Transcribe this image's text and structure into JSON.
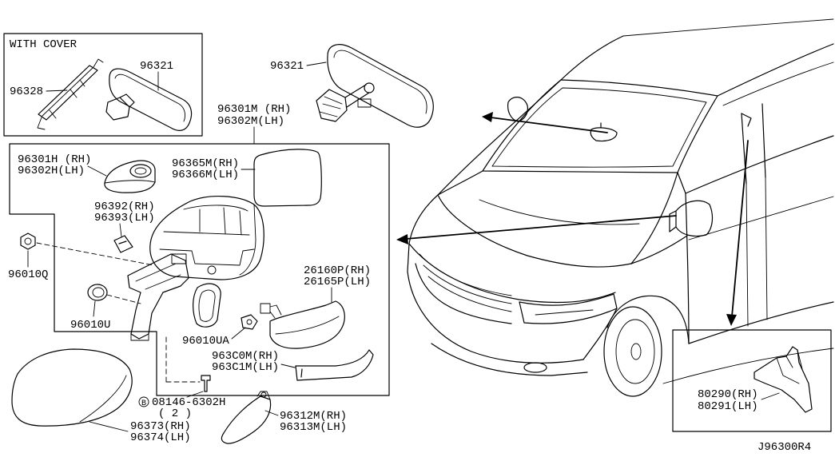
{
  "diagram_code": "J96300R4",
  "colors": {
    "ink": "#000000",
    "paper": "#ffffff"
  },
  "inset_with_cover": {
    "title": "WITH COVER",
    "bracket": "96328",
    "mirror": "96321"
  },
  "callouts": {
    "inside_mirror": [
      "96321"
    ],
    "door_mirror_assembly": [
      "96301M (RH)",
      "96302M(LH)"
    ],
    "mirror_cap": [
      "96301H (RH)",
      "96302H(LH)"
    ],
    "mirror_glass": [
      "96365M(RH)",
      "96366M(LH)"
    ],
    "small_cover": [
      "96392(RH)",
      "96393(LH)"
    ],
    "nut": [
      "96010Q"
    ],
    "grommet": [
      "96010U"
    ],
    "grommet_a": [
      "96010UA"
    ],
    "turn_signal_lamp": [
      "26160P(RH)",
      "26165P(LH)"
    ],
    "lamp_finisher": [
      "963C0M(RH)",
      "963C1M(LH)"
    ],
    "bolt": {
      "symbol": "B",
      "part": "08146-6302H",
      "qty": "( 2 )"
    },
    "mirror_cover": [
      "96373(RH)",
      "96374(LH)"
    ],
    "mirror_finisher": [
      "96312M(RH)",
      "96313M(LH)"
    ],
    "pillar_finisher": [
      "80290(RH)",
      "80291(LH)"
    ]
  }
}
